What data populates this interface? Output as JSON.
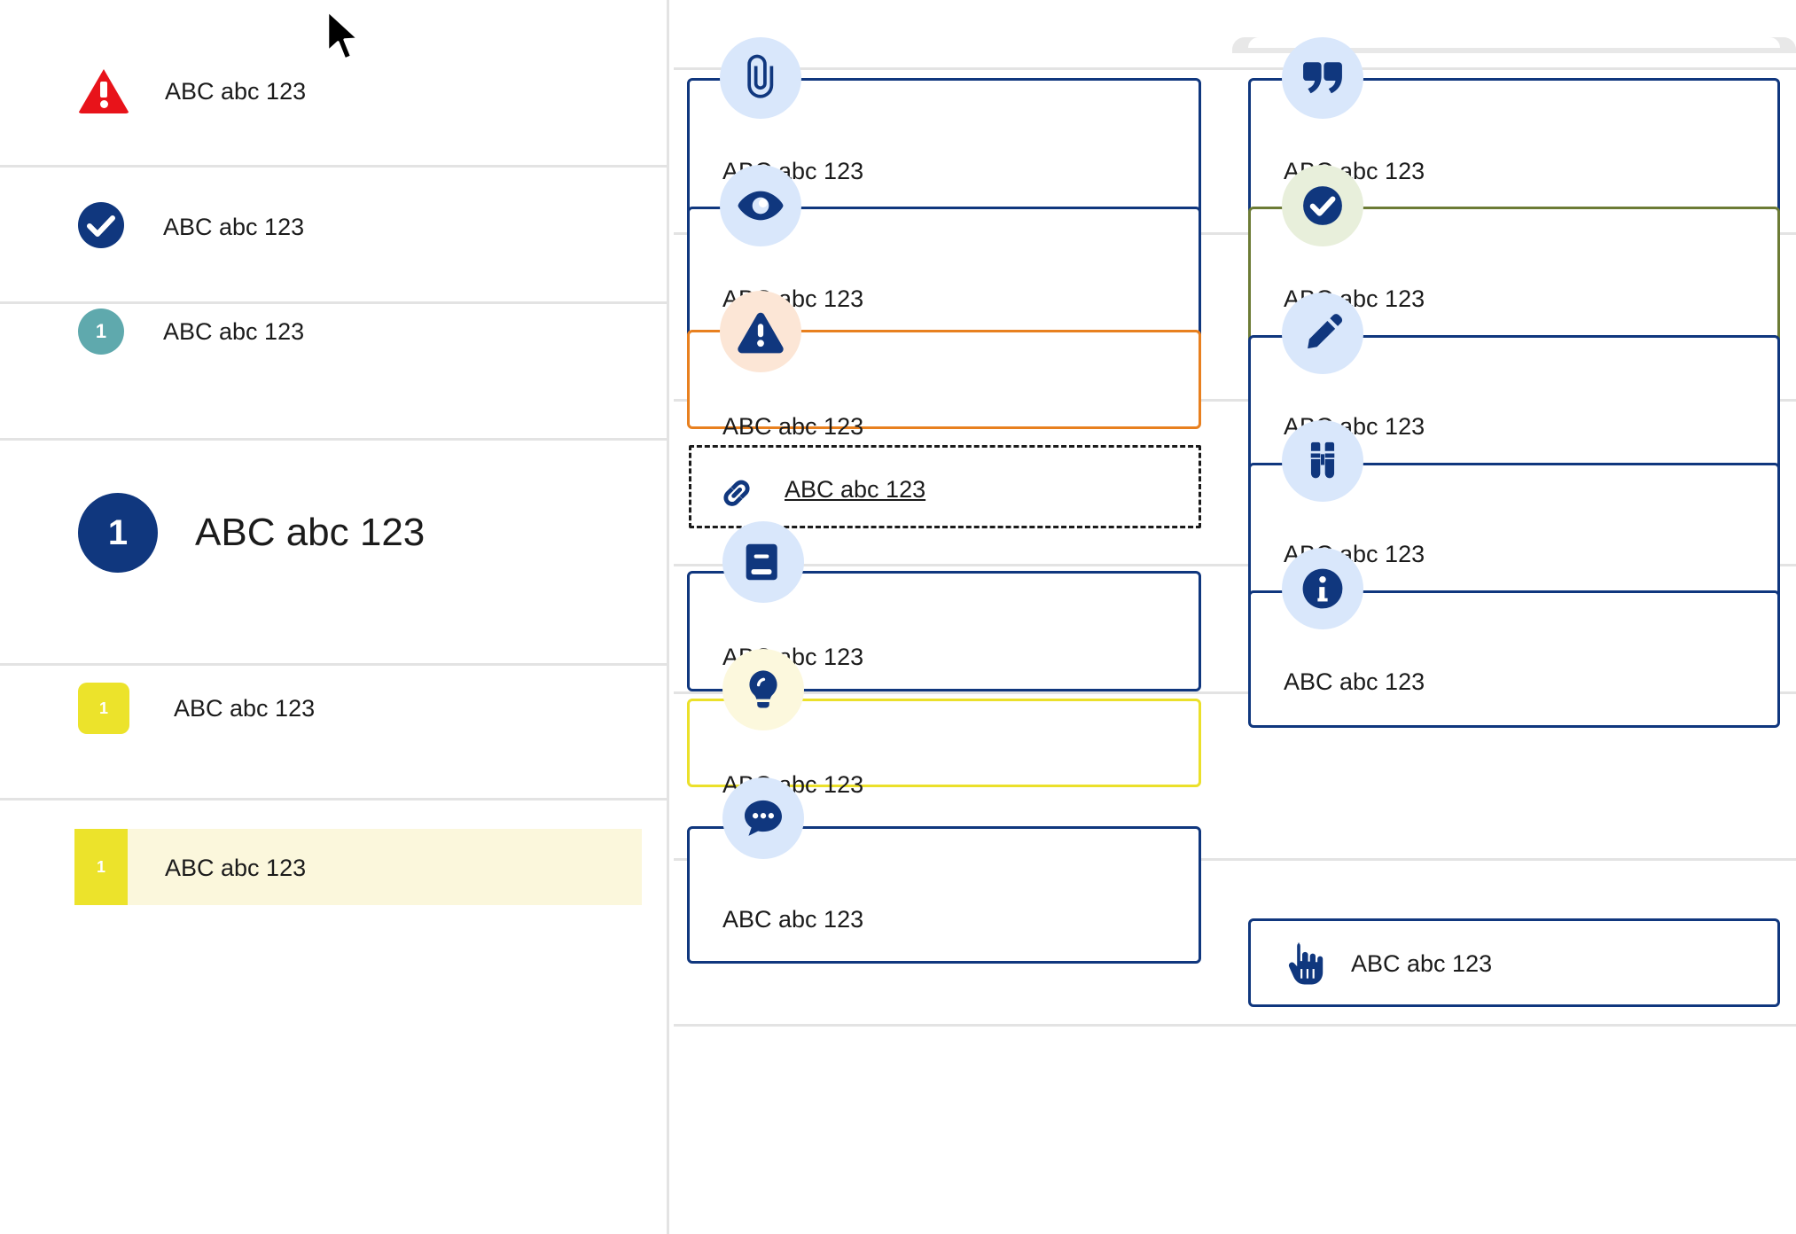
{
  "sample_text": "ABC abc 123",
  "colors": {
    "navy": "#10377e",
    "red": "#e8131a",
    "teal": "#5fa9ad",
    "yellow": "#ece32b",
    "orange_border": "#e8801f",
    "green_border": "#6c7b35",
    "icon_bg_blue": "#d9e7fb",
    "icon_bg_peach": "#fce6d6",
    "icon_bg_cream": "#fcf8dd",
    "icon_bg_mint": "#e8efdb",
    "row_highlight_bg": "#fbf7dc",
    "divider": "#e3e3e3"
  },
  "left_list": {
    "rows": [
      {
        "icon": "warning-triangle-icon",
        "badge_text": "",
        "label": "ABC abc 123"
      },
      {
        "icon": "check-circle-icon",
        "badge_text": "",
        "label": "ABC abc 123"
      },
      {
        "icon": "number-circle-teal-icon",
        "badge_text": "1",
        "label": "ABC abc 123"
      },
      {
        "icon": "number-circle-navy-icon",
        "badge_text": "1",
        "label": "ABC abc 123"
      },
      {
        "icon": "number-square-yellow-icon",
        "badge_text": "1",
        "label": "ABC abc 123"
      },
      {
        "icon": "number-square-yellow-icon",
        "badge_text": "1",
        "label": "ABC abc 123"
      }
    ]
  },
  "middle_column": {
    "cards": [
      {
        "icon": "paperclip-icon",
        "label": "ABC abc 123",
        "style": "navy"
      },
      {
        "icon": "eye-icon",
        "label": "ABC abc 123",
        "style": "navy"
      },
      {
        "icon": "warning-icon",
        "label": "ABC abc 123",
        "style": "orange"
      },
      {
        "icon": "link-icon",
        "label": "ABC abc 123",
        "style": "dashed"
      },
      {
        "icon": "book-icon",
        "label": "ABC abc 123",
        "style": "navy"
      },
      {
        "icon": "lightbulb-icon",
        "label": "ABC abc 123",
        "style": "yellow"
      },
      {
        "icon": "speech-bubble-icon",
        "label": "ABC abc 123",
        "style": "navy"
      }
    ]
  },
  "right_column": {
    "cards": [
      {
        "icon": "quote-icon",
        "label": "ABC abc 123",
        "style": "navy"
      },
      {
        "icon": "check-icon",
        "label": "ABC abc 123",
        "style": "green"
      },
      {
        "icon": "pencil-icon",
        "label": "ABC abc 123",
        "style": "navy"
      },
      {
        "icon": "binoculars-icon",
        "label": "ABC abc 123",
        "style": "navy"
      },
      {
        "icon": "info-icon",
        "label": "ABC abc 123",
        "style": "navy"
      },
      {
        "icon": "pointing-hand-icon",
        "label": "ABC abc 123",
        "style": "navy"
      }
    ]
  }
}
